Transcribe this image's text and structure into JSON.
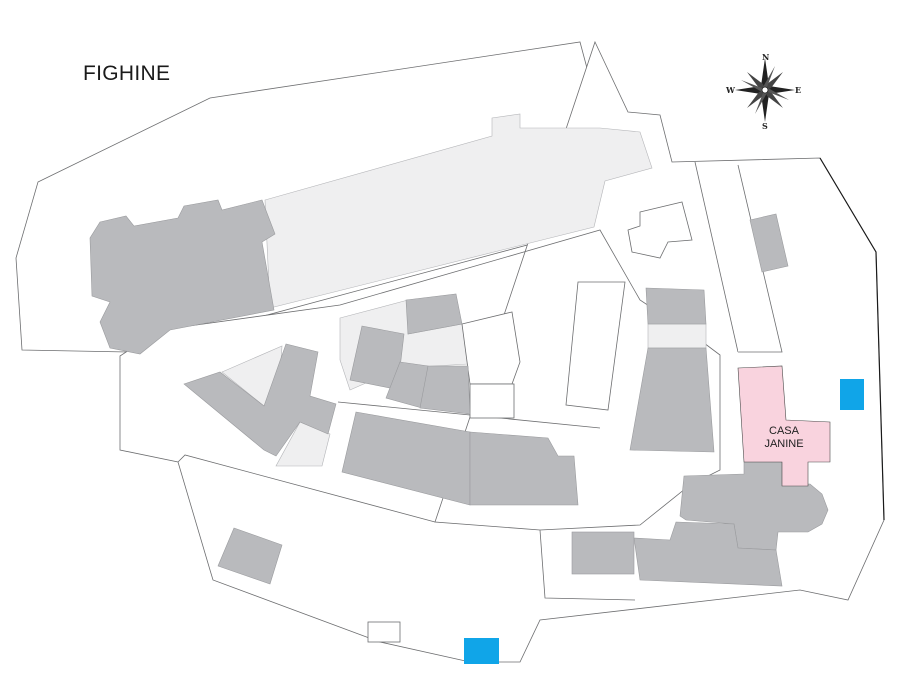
{
  "map": {
    "title": "FIGHINE",
    "compass": {
      "n": "N",
      "e": "E",
      "s": "S",
      "w": "W"
    },
    "poi_label": "CASA\nJANINE",
    "colors": {
      "building": "#b9babd",
      "courtyard": "#efeff0",
      "highlight": "#f9d3de",
      "marker": "#10a5e8",
      "outline": "#6d6e70",
      "boundary": "#1a1a1a"
    },
    "icons": [
      "compass-rose-icon"
    ]
  }
}
